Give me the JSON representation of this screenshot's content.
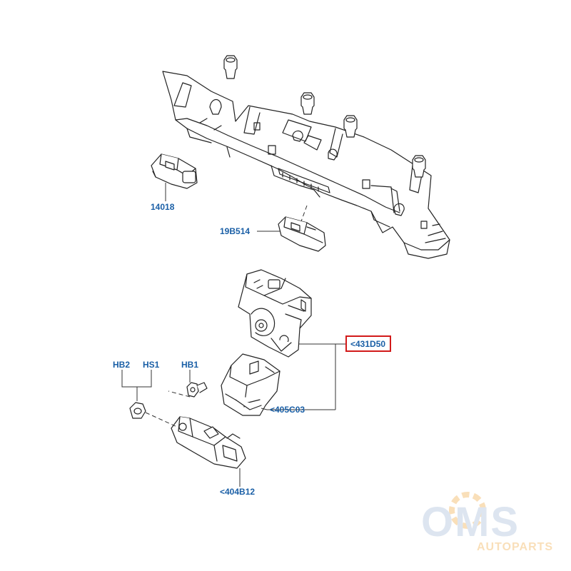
{
  "colors": {
    "callout_text": "#1a5fa6",
    "highlight_border": "#d21a1a",
    "line_art": "#222222",
    "watermark_blue": "#9fb6d6",
    "watermark_orange": "#f0a43a"
  },
  "callouts": {
    "p14018": "14018",
    "p19B514": "19B514",
    "p431D50": "<431D50",
    "p405C03": "<405C03",
    "p404B12": "<404B12",
    "hb2": "HB2",
    "hs1": "HS1",
    "hb1": "HB1"
  },
  "watermark": {
    "brand": "OMS",
    "sub": "AUTOPARTS",
    "icon": "gear-icon"
  }
}
